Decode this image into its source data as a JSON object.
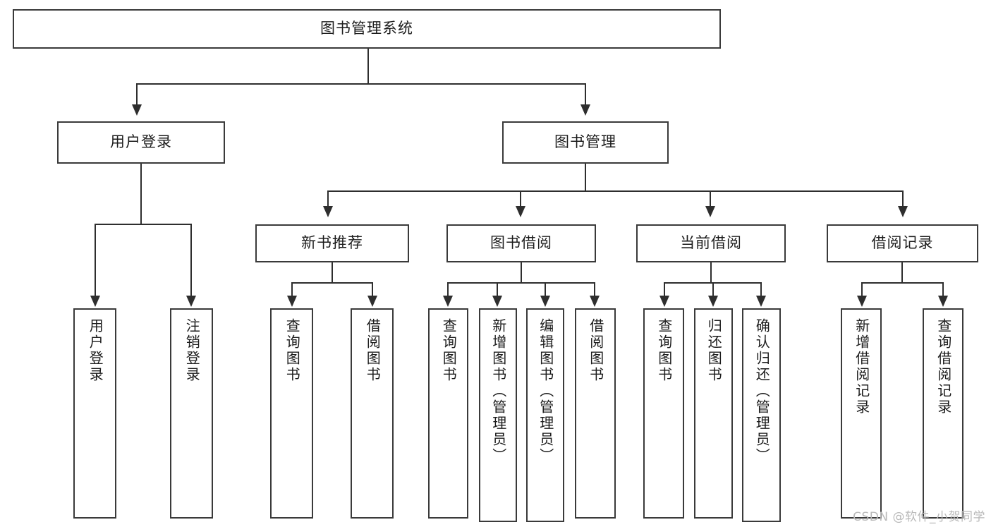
{
  "diagram": {
    "title": "图书管理系统",
    "type": "tree",
    "orientation": "top-down",
    "colors": {
      "box_border": "#3a3a3a",
      "connector": "#2e2e2e",
      "background": "#ffffff",
      "text": "#1c1c1c",
      "watermark": "#b9b9b9"
    },
    "root": {
      "label": "图书管理系统"
    },
    "level2": [
      {
        "label": "用户登录"
      },
      {
        "label": "图书管理"
      }
    ],
    "level3": [
      {
        "label": "新书推荐"
      },
      {
        "label": "图书借阅"
      },
      {
        "label": "当前借阅"
      },
      {
        "label": "借阅记录"
      }
    ],
    "leaves": {
      "user_login": [
        {
          "label": "用户登录"
        },
        {
          "label": "注销登录"
        }
      ],
      "new_book_recommend": [
        {
          "label": "查询图书"
        },
        {
          "label": "借阅图书"
        }
      ],
      "book_borrow": [
        {
          "label": "查询图书"
        },
        {
          "label": "新增图书（管理员）"
        },
        {
          "label": "编辑图书（管理员）"
        },
        {
          "label": "借阅图书"
        }
      ],
      "current_borrow": [
        {
          "label": "查询图书"
        },
        {
          "label": "归还图书"
        },
        {
          "label": "确认归还（管理员）"
        }
      ],
      "borrow_record": [
        {
          "label": "新增借阅记录"
        },
        {
          "label": "查询借阅记录"
        }
      ]
    }
  },
  "watermark": {
    "text": "CSDN @软件_小贺同学"
  }
}
